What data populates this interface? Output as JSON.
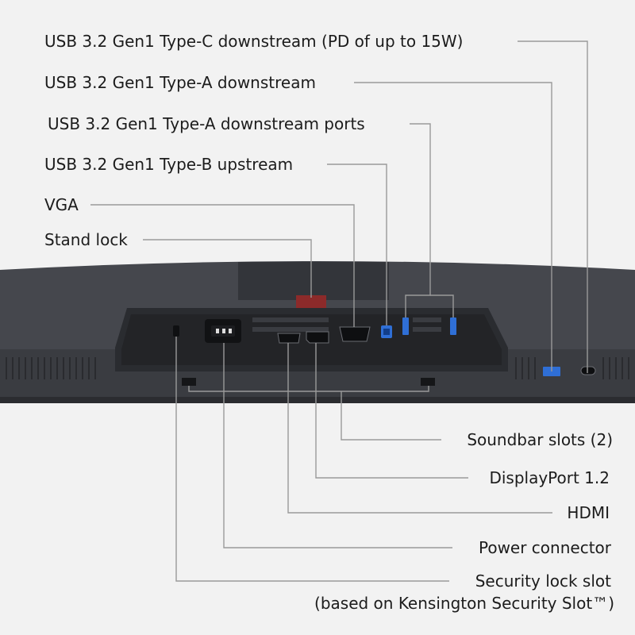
{
  "labels": {
    "usb_c": "USB 3.2 Gen1 Type-C downstream (PD of up to 15W)",
    "usb_a_side": "USB 3.2 Gen1 Type-A downstream",
    "usb_a_ports": "USB 3.2 Gen1 Type-A downstream ports",
    "usb_b": "USB 3.2 Gen1 Type-B upstream",
    "vga": "VGA",
    "stand_lock": "Stand lock",
    "soundbar": "Soundbar slots (2)",
    "displayport": "DisplayPort 1.2",
    "hdmi": "HDMI",
    "power": "Power connector",
    "security": "Security lock slot",
    "security_note": "(based on Kensington Security Slot™)"
  },
  "colors": {
    "background": "#f2f2f2",
    "monitor_body": "#3d3f45",
    "port_panel": "#2a2c30",
    "leader_line": "#9a9a9a",
    "usb_blue": "#2f6fd6",
    "stand_red": "#8c2a2a"
  }
}
